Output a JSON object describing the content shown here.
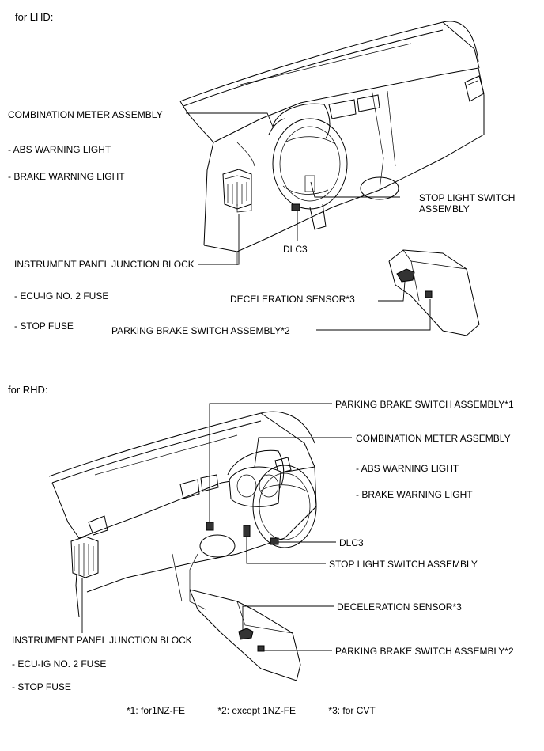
{
  "lhd": {
    "heading": "for LHD:",
    "labels": {
      "combination_meter": "COMBINATION METER ASSEMBLY",
      "abs_warning": "- ABS WARNING LIGHT",
      "brake_warning": "- BRAKE WARNING LIGHT",
      "stop_light_switch_1": "STOP LIGHT SWITCH",
      "stop_light_switch_2": "ASSEMBLY",
      "dlc3": "DLC3",
      "junction_block": "INSTRUMENT PANEL JUNCTION BLOCK",
      "ecu_ig_fuse": "- ECU-IG NO. 2 FUSE",
      "stop_fuse": "- STOP FUSE",
      "decel_sensor": "DECELERATION SENSOR*3",
      "parking_brake": "PARKING BRAKE SWITCH ASSEMBLY*2"
    }
  },
  "rhd": {
    "heading": "for RHD:",
    "labels": {
      "parking_brake_1": "PARKING BRAKE SWITCH ASSEMBLY*1",
      "combination_meter": "COMBINATION METER ASSEMBLY",
      "abs_warning": "- ABS WARNING LIGHT",
      "brake_warning": "- BRAKE WARNING LIGHT",
      "dlc3": "DLC3",
      "stop_light_switch": "STOP LIGHT SWITCH ASSEMBLY",
      "decel_sensor": "DECELERATION SENSOR*3",
      "junction_block": "INSTRUMENT PANEL JUNCTION BLOCK",
      "parking_brake_2": "PARKING BRAKE SWITCH ASSEMBLY*2",
      "ecu_ig_fuse": "- ECU-IG NO. 2 FUSE",
      "stop_fuse": "- STOP FUSE"
    }
  },
  "footnotes": [
    "*1: for1NZ-FE",
    "*2: except 1NZ-FE",
    "*3: for CVT"
  ]
}
